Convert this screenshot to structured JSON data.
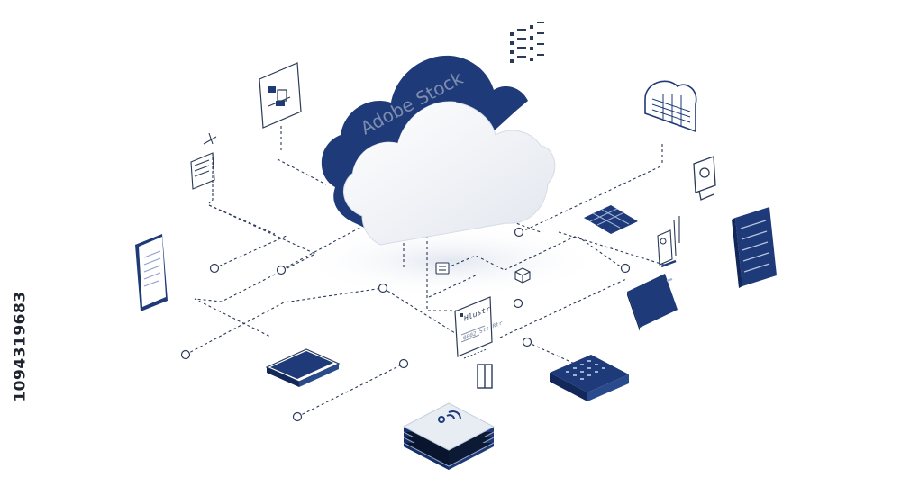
{
  "stock_id": "1094319683",
  "watermark": "Adobe Stock",
  "card": {
    "title": "Hlustr",
    "line": "0002 Sts Rtr"
  },
  "colors": {
    "navy": "#1e3a78",
    "navy_dark": "#13285a",
    "navy_light": "#5474b8",
    "cloud_face": "#eceff4",
    "line": "#2b3a57",
    "background": "#ffffff"
  },
  "icons": [
    "cloud-icon",
    "server-stack-icon",
    "smartphone-icon",
    "tablet-icon",
    "document-card-icon",
    "chip-icon",
    "router-icon",
    "web-browser-icon",
    "data-list-icon",
    "solar-panel-icon",
    "server-rack-icon",
    "lock-icon"
  ]
}
